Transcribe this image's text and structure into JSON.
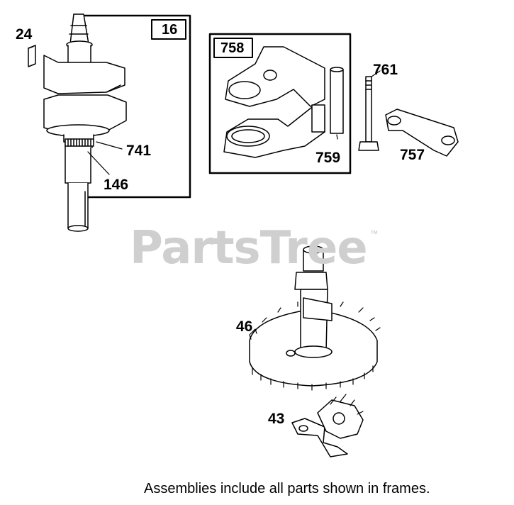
{
  "watermark": {
    "text": "PartsTree",
    "trademark": "™"
  },
  "frames": [
    {
      "id": "frame-16",
      "tag": "16"
    },
    {
      "id": "frame-758",
      "tag": "758"
    }
  ],
  "callouts": {
    "c24": "24",
    "c741": "741",
    "c146": "146",
    "c761": "761",
    "c759": "759",
    "c757": "757",
    "c46": "46",
    "c43": "43"
  },
  "footer": "Assemblies include all parts shown in frames.",
  "colors": {
    "line": "#000000",
    "watermark": "#cfcfcf",
    "background": "#ffffff"
  }
}
